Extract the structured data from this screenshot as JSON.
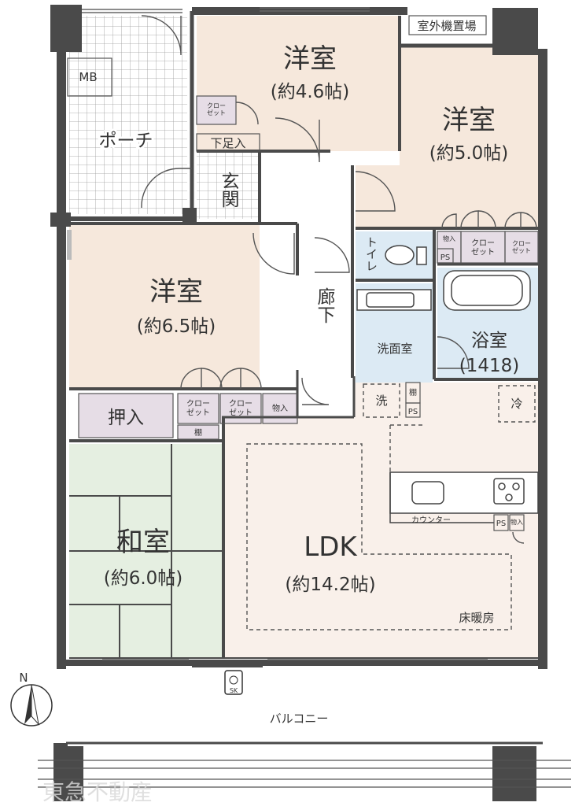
{
  "rooms": {
    "western_a": {
      "name": "洋室",
      "size": "(約4.6帖)"
    },
    "western_b": {
      "name": "洋室",
      "size": "(約5.0帖)"
    },
    "western_c": {
      "name": "洋室",
      "size": "(約6.5帖)"
    },
    "japanese": {
      "name": "和室",
      "size": "(約6.0帖)"
    },
    "ldk": {
      "name": "LDK",
      "size": "(約14.2帖)"
    },
    "bath": {
      "name": "浴室",
      "size": "(1418)"
    },
    "washroom": {
      "name": "洗面室"
    },
    "corridor": {
      "name": "廊下"
    },
    "entrance": {
      "name": "玄関"
    },
    "porch": {
      "name": "ポーチ"
    },
    "balcony": {
      "name": "バルコニー"
    },
    "toilet": {
      "name": "トイレ"
    }
  },
  "labels": {
    "mb": "MB",
    "outdoor_unit": "室外機置場",
    "closet": "クロー\nゼット",
    "storage": "物入",
    "shoe_box": "下足入",
    "oshiire": "押入",
    "shelf": "棚",
    "ps": "PS",
    "washer": "洗",
    "fridge": "冷",
    "counter": "カウンター",
    "floor_heating": "床暖房",
    "sk": "SK",
    "north": "N",
    "watermark": "東急不動産"
  },
  "colors": {
    "wall": "#4a4a4a",
    "western_floor": "#f6e8dc",
    "japanese_floor": "#e5efe1",
    "wet_floor": "#dceaf4",
    "ldk_floor": "#f9f0ea",
    "storage_floor": "#e6dde6",
    "porch_tile": "#ffffff"
  }
}
